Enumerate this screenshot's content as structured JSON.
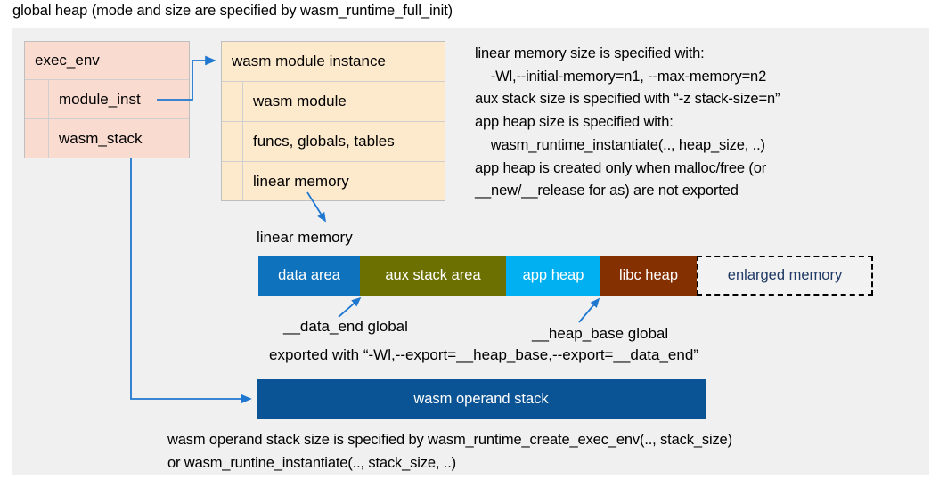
{
  "title": "global heap (mode and size are specified by wasm_runtime_full_init)",
  "exec_env_box": {
    "header": "exec_env",
    "rows": [
      {
        "label": "module_inst"
      },
      {
        "label": "wasm_stack"
      }
    ]
  },
  "module_instance_box": {
    "header": "wasm module instance",
    "rows": [
      {
        "label": "wasm module"
      },
      {
        "label": "funcs, globals, tables"
      },
      {
        "label": "linear memory"
      }
    ]
  },
  "linear_memory_note": "linear memory size is specified with:\n    -Wl,--initial-memory=n1, --max-memory=n2\naux stack size is specified with “-z stack-size=n”\napp heap size is specified with:\n    wasm_runtime_instantiate(.., heap_size, ..)\napp heap is created only when malloc/free (or\n__new/__release for as) are not exported",
  "linear_memory_caption": "linear memory",
  "memory_bar": {
    "segments": [
      {
        "label": "data area",
        "color": "#0f72bc",
        "width": 114
      },
      {
        "label": "aux stack area",
        "color": "#6b7000",
        "width": 164
      },
      {
        "label": "app heap",
        "color": "#00b0f0",
        "width": 106
      },
      {
        "label": "libc heap",
        "color": "#843000",
        "width": 108
      },
      {
        "label": "enlarged memory",
        "color": "#f2f2f2",
        "width": 198,
        "dashed": true
      }
    ]
  },
  "annotations": {
    "data_end": "__data_end global",
    "heap_base": "__heap_base global",
    "export": "exported with “-Wl,--export=__heap_base,--export=__data_end”"
  },
  "operand_stack": {
    "label": "wasm operand stack",
    "color": "#0a5394",
    "note": "wasm operand stack size is specified by wasm_runtime_create_exec_env(.., stack_size)\nor wasm_runtine_instantiate(.., stack_size, ..)"
  },
  "colors": {
    "connector": "#1f77d0",
    "panel_background": "#f0f0f0",
    "exec_env_fill": "#fadbd0",
    "module_instance_fill": "#fdeacd"
  }
}
